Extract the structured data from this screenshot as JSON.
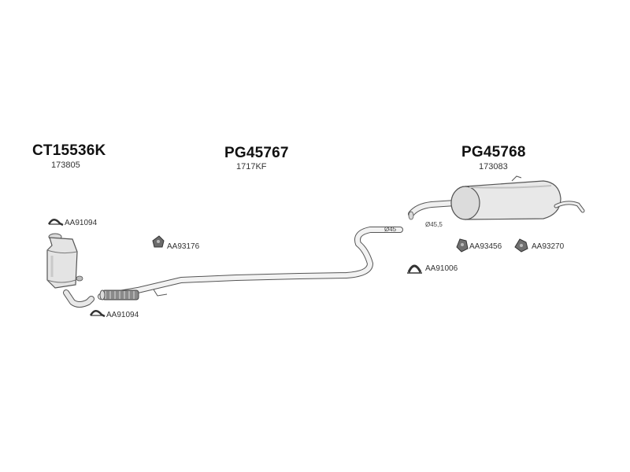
{
  "parts": {
    "catalyst": {
      "code": "CT15536K",
      "ref": "173805"
    },
    "middle_pipe": {
      "code": "PG45767",
      "ref": "1717KF"
    },
    "rear_silencer": {
      "code": "PG45768",
      "ref": "173083"
    }
  },
  "accessories": {
    "clamp_top": "AA91094",
    "clamp_bottom": "AA91094",
    "rubber_mount_middle": "AA93176",
    "clamp_rear": "AA91006",
    "rubber_mount_rear_1": "AA93456",
    "rubber_mount_rear_2": "AA93270"
  },
  "dimensions": {
    "pipe_end_diameter": "Ø45",
    "silencer_inlet_diameter": "Ø45,5"
  },
  "colors": {
    "line": "#555555",
    "fill_light": "#e6e6e6",
    "fill_mid": "#bdbdbd",
    "fill_dark": "#7a7a7a"
  }
}
